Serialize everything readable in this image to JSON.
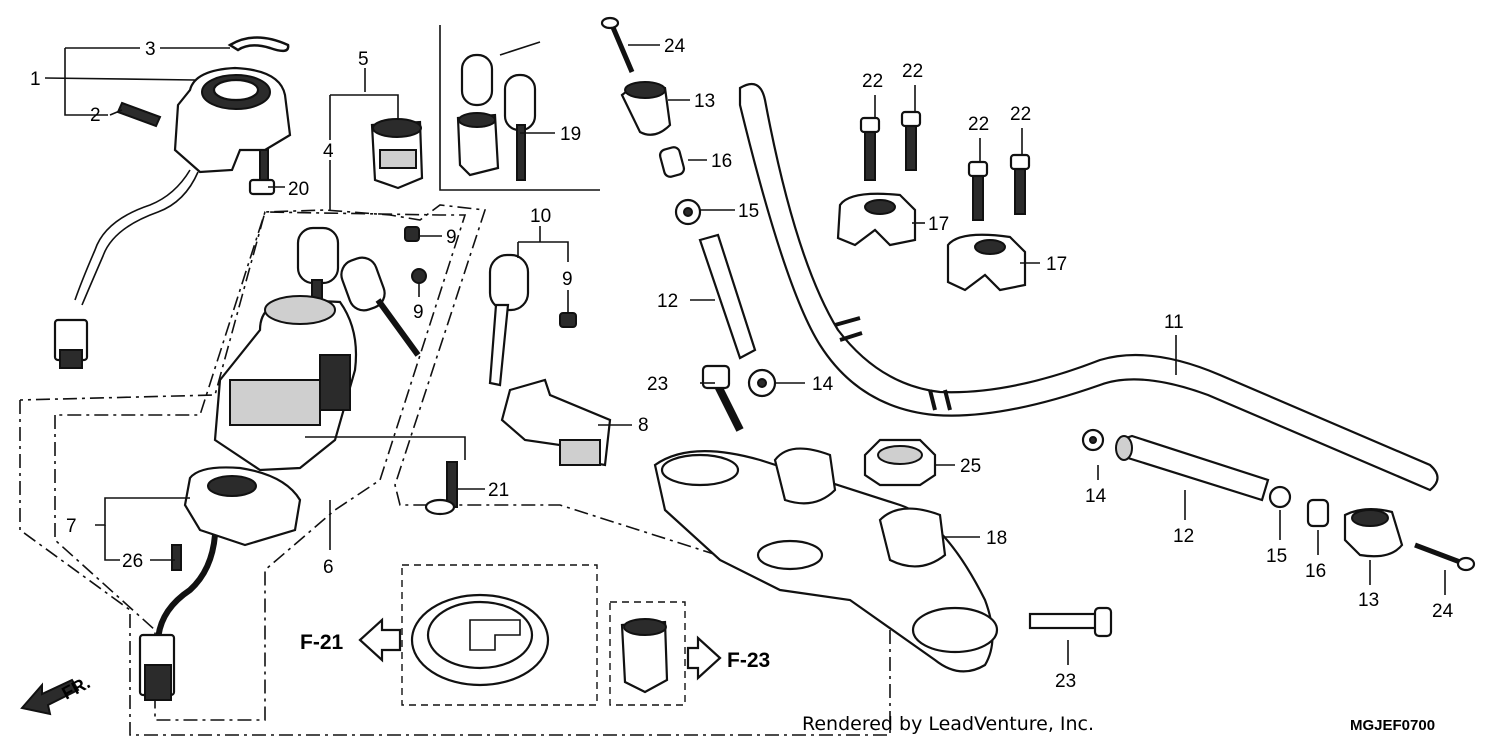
{
  "labels": {
    "l1": "1",
    "l2": "2",
    "l3": "3",
    "l4": "4",
    "l5": "5",
    "l6": "6",
    "l7": "7",
    "l8": "8",
    "l9a": "9",
    "l9b": "9",
    "l9c": "9",
    "l10": "10",
    "l11": "11",
    "l12a": "12",
    "l12b": "12",
    "l13a": "13",
    "l13b": "13",
    "l14a": "14",
    "l14b": "14",
    "l15a": "15",
    "l15b": "15",
    "l16a": "16",
    "l16b": "16",
    "l17a": "17",
    "l17b": "17",
    "l18": "18",
    "l19": "19",
    "l20": "20",
    "l21": "21",
    "l22a": "22",
    "l22b": "22",
    "l22c": "22",
    "l22d": "22",
    "l23a": "23",
    "l23b": "23",
    "l24a": "24",
    "l24b": "24",
    "l25": "25",
    "l26": "26"
  },
  "refs": {
    "f21": "F-21",
    "f23": "F-23",
    "fr": "FR."
  },
  "footer": {
    "credit": "Rendered by LeadVenture, Inc.",
    "code": "MGJEF0700"
  }
}
